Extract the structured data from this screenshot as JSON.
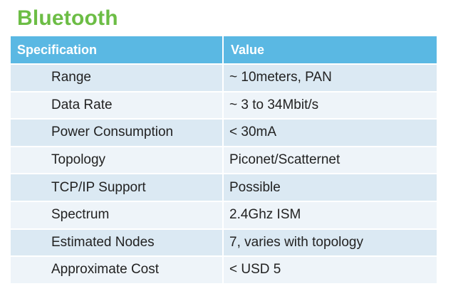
{
  "slide": {
    "title": "Bluetooth",
    "title_color": "#6cbd45"
  },
  "table": {
    "header_color": "#5ab8e3",
    "headers": [
      "Specification",
      "Value"
    ],
    "rows": [
      {
        "spec": "Range",
        "value": "~ 10meters, PAN"
      },
      {
        "spec": "Data Rate",
        "value": "~ 3 to 34Mbit/s"
      },
      {
        "spec": "Power Consumption",
        "value": " < 30mA"
      },
      {
        "spec": "Topology",
        "value": "Piconet/Scatternet"
      },
      {
        "spec": "TCP/IP Support",
        "value": " Possible"
      },
      {
        "spec": "Spectrum",
        "value": "2.4Ghz ISM"
      },
      {
        "spec": "Estimated Nodes",
        "value": "7, varies with topology"
      },
      {
        "spec": "Approximate Cost",
        "value": "< USD 5"
      }
    ]
  }
}
